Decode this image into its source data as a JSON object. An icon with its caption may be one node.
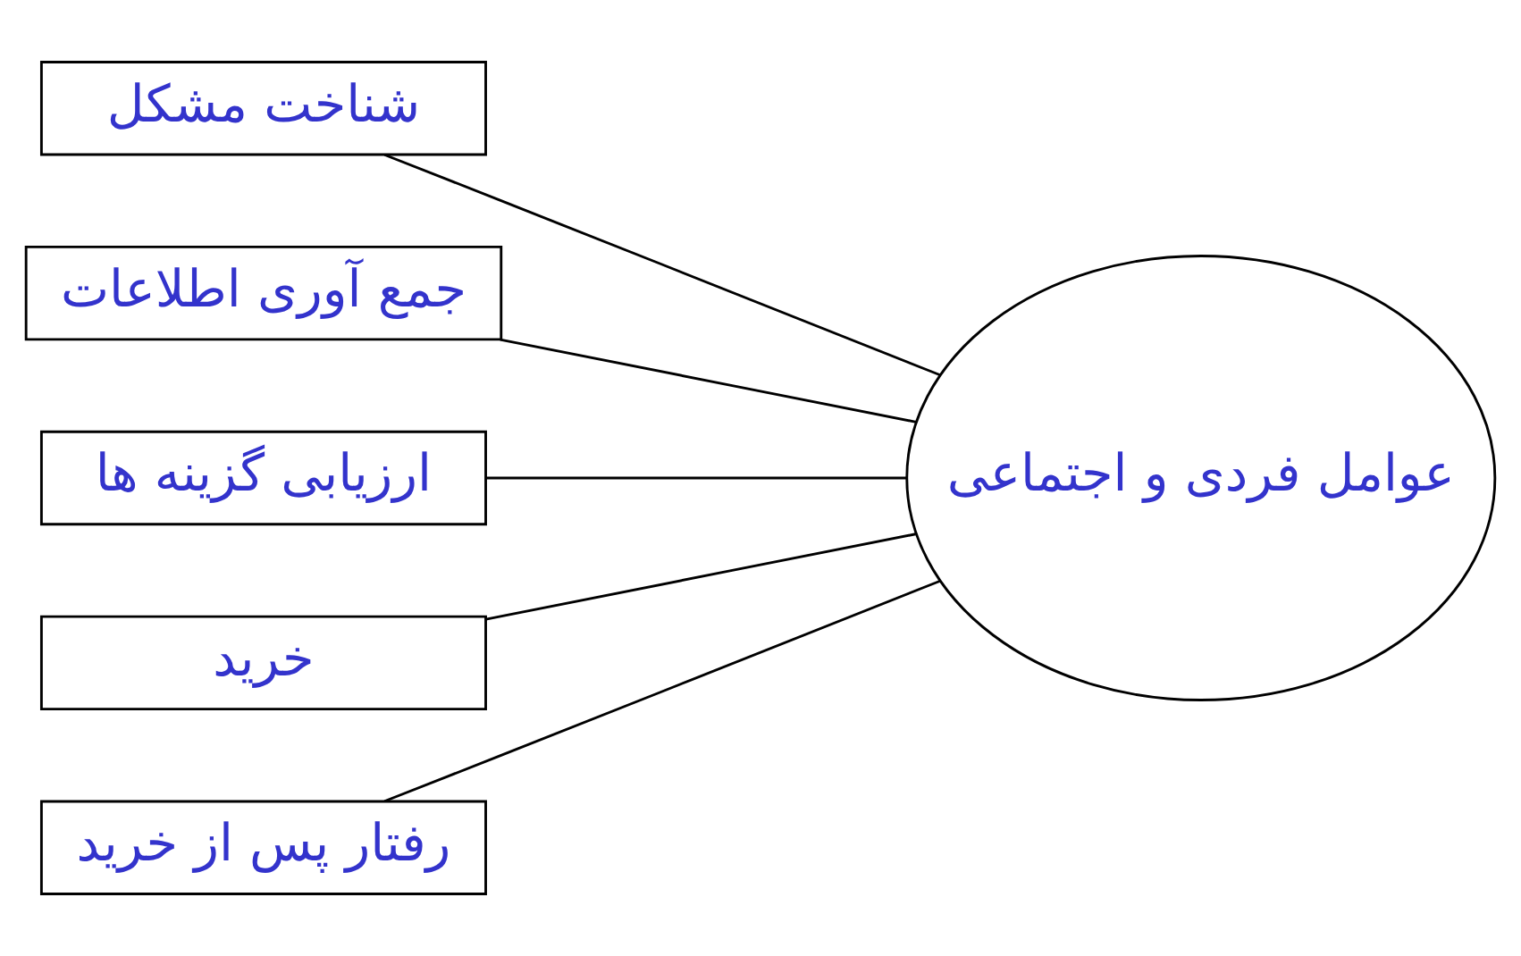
{
  "diagram": {
    "nodes": [
      {
        "text": [
          "شناخت مشکل"
        ]
      },
      {
        "text": [
          "جمع آوری اطلاعات"
        ]
      },
      {
        "text": [
          "ارزیابی گزینه ها"
        ]
      },
      {
        "text": [
          "خرید"
        ]
      },
      {
        "text": [
          "رفتار پس از خرید"
        ]
      },
      {
        "text": [
          "عوامل فردی و اجتماعی"
        ]
      }
    ],
    "edges": [
      {
        "from": 0,
        "to": 5,
        "arrow": "none"
      },
      {
        "from": 1,
        "to": 5,
        "arrow": "none"
      },
      {
        "from": 2,
        "to": 5,
        "arrow": "none"
      },
      {
        "from": 3,
        "to": 5,
        "arrow": "none"
      },
      {
        "from": 4,
        "to": 5,
        "arrow": "none"
      }
    ]
  }
}
